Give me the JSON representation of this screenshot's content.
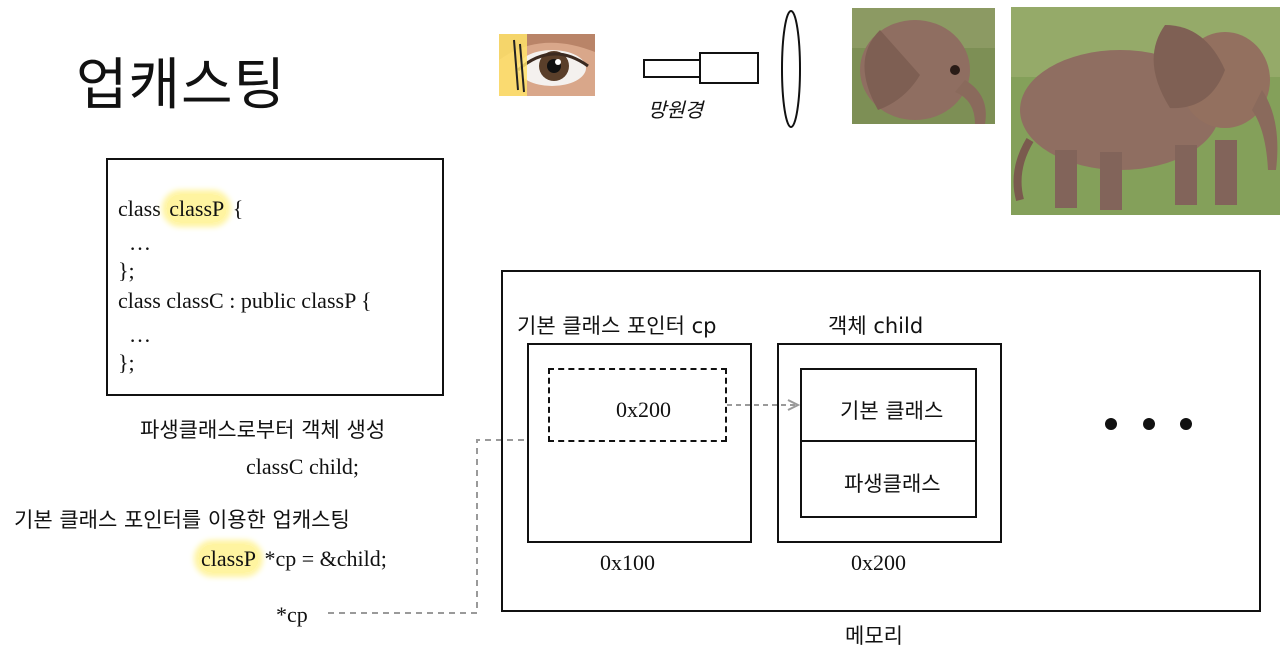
{
  "title": "업캐스팅",
  "top_illustration": {
    "telescope_label": "망원경"
  },
  "code": {
    "lines": [
      "class ",
      "classP",
      " {",
      "  …",
      "};",
      "class classC : public classP {",
      "  …",
      "};"
    ]
  },
  "captions": {
    "derive_object": "파생클래스로부터 객체 생성",
    "derive_code": "classC child;",
    "upcast_desc": "기본 클래스 포인터를 이용한 업캐스팅",
    "upcast_code_hl": "classP",
    "upcast_code_rest": " *cp = &child;",
    "cp_label": "*cp"
  },
  "memory": {
    "label": "메모리",
    "pointer_box": {
      "title": "기본 클래스 포인터 cp",
      "value": "0x200",
      "address": "0x100"
    },
    "object_box": {
      "title": "객체 child",
      "base_part": "기본 클래스",
      "derived_part": "파생클래스",
      "address": "0x200"
    }
  },
  "colors": {
    "highlight": "#fff4a0",
    "dashed_line": "#9a9a9a"
  }
}
